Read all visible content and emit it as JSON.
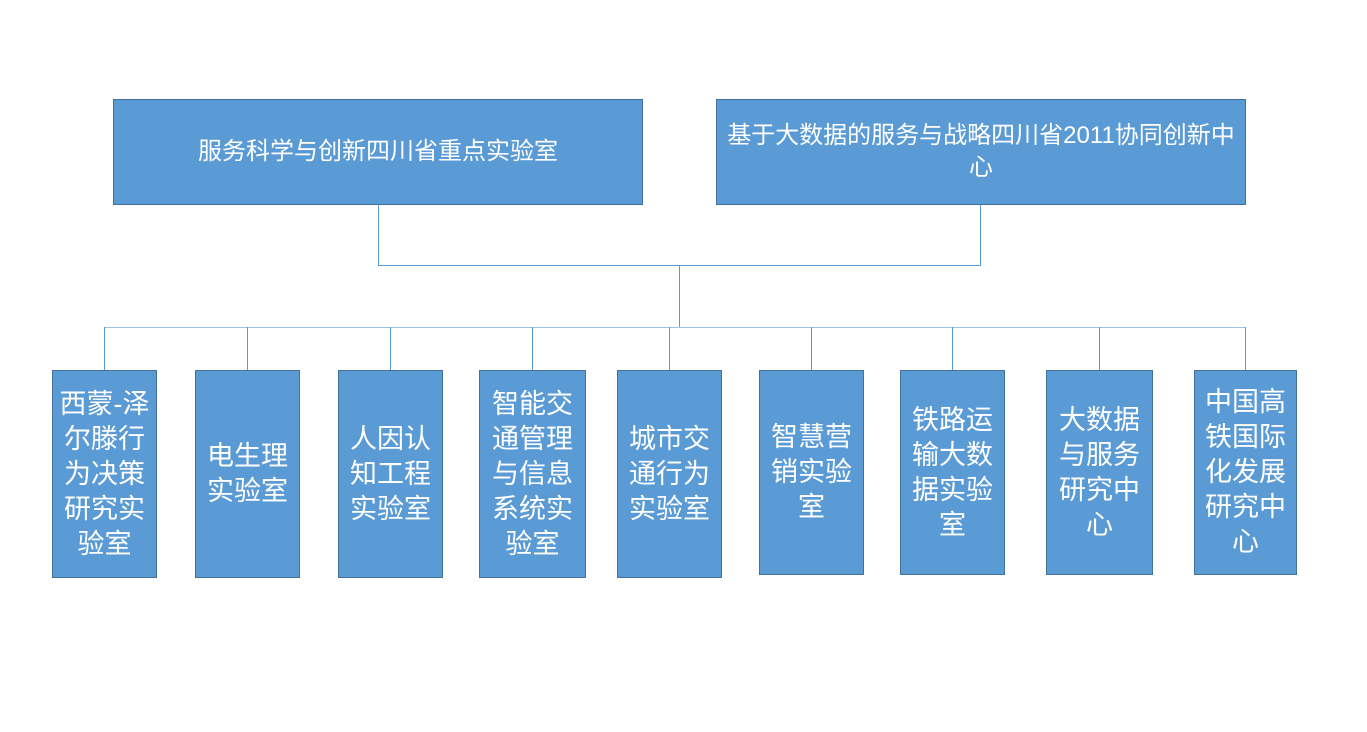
{
  "diagram": {
    "type": "organization-chart",
    "title": "",
    "colors": {
      "node_fill": "#5B9BD5",
      "node_border": "#41719C",
      "connector": "#5B9BD5",
      "distribution_bar": "#9DC3E6",
      "text": "#FFFFFF",
      "background": "#FFFFFF"
    },
    "top_nodes": [
      {
        "id": "lab-key",
        "label": "服务科学与创新四川省重点实验室"
      },
      {
        "id": "center-2011",
        "label": "基于大数据的服务与战略四川省2011协同创新中心"
      }
    ],
    "leaf_nodes": [
      {
        "id": "leaf-1",
        "label": "西蒙-泽尔滕行为决策研究实验室"
      },
      {
        "id": "leaf-2",
        "label": "电生理实验室"
      },
      {
        "id": "leaf-3",
        "label": "人因认知工程实验室"
      },
      {
        "id": "leaf-4",
        "label": "智能交通管理与信息系统实验室"
      },
      {
        "id": "leaf-5",
        "label": "城市交通行为实验室"
      },
      {
        "id": "leaf-6",
        "label": "智慧营销实验室"
      },
      {
        "id": "leaf-7",
        "label": "铁路运输大数据实验室"
      },
      {
        "id": "leaf-8",
        "label": "大数据与服务研究中心"
      },
      {
        "id": "leaf-9",
        "label": "中国高铁国际化发展研究中心"
      }
    ]
  }
}
